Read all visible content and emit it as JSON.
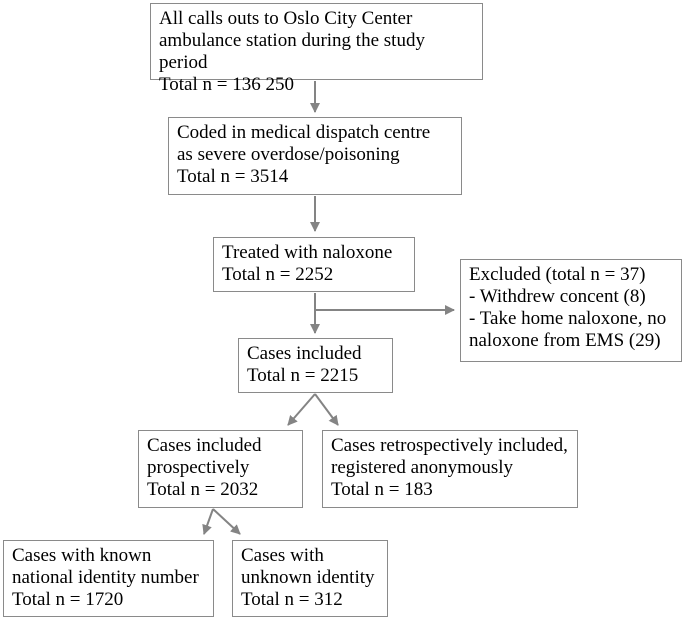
{
  "theme": {
    "bg": "#ffffff",
    "box-border": "#8a8a8a",
    "arrow": "#848484",
    "text": "#000000"
  },
  "diagram": {
    "type": "study-flowchart",
    "boxes": {
      "all_calls": {
        "lines": [
          "All calls outs to Oslo City Center",
          "ambulance station during the study period",
          "Total n = 136 250"
        ],
        "total_n": "136 250"
      },
      "dispatch": {
        "lines": [
          "Coded in medical dispatch centre",
          "as severe overdose/poisoning",
          "Total n = 3514"
        ],
        "total_n": "3514"
      },
      "naloxone": {
        "lines": [
          "Treated with naloxone",
          "Total n = 2252"
        ],
        "total_n": "2252"
      },
      "excluded": {
        "lines": [
          "Excluded (total n = 37)",
          "- Withdrew concent (8)",
          "- Take home naloxone, no",
          "naloxone from EMS (29)"
        ],
        "total_n": "37"
      },
      "included": {
        "lines": [
          "Cases included",
          "Total n = 2215"
        ],
        "total_n": "2215"
      },
      "prospective": {
        "lines": [
          "Cases included",
          "prospectively",
          "Total n = 2032"
        ],
        "total_n": "2032"
      },
      "retrospective": {
        "lines": [
          "Cases retrospectively included,",
          "registered anonymously",
          "Total n = 183"
        ],
        "total_n": "183"
      },
      "known_identity": {
        "lines": [
          "Cases with known",
          "national identity number",
          "Total n = 1720"
        ],
        "total_n": "1720"
      },
      "unknown_identity": {
        "lines": [
          "Cases with",
          "unknown identity",
          "Total n = 312"
        ],
        "total_n": "312"
      }
    }
  }
}
